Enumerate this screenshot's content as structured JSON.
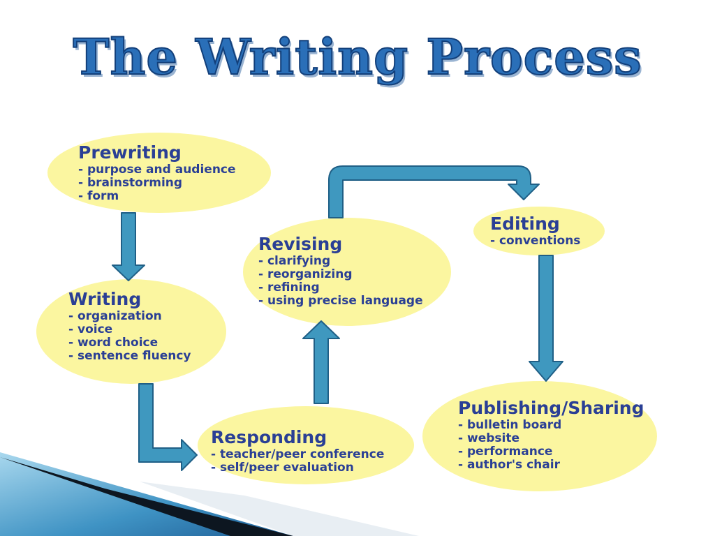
{
  "title": "The Writing Process",
  "colors": {
    "bubble": "#fbf6a0",
    "arrow": "#3f98bf",
    "arrow_border": "#1f5f86",
    "text": "#2a3f95",
    "title": "#2a6fb8"
  },
  "stages": {
    "prewriting": {
      "heading": "Prewriting",
      "items": [
        "purpose and audience",
        "brainstorming",
        "form"
      ]
    },
    "writing": {
      "heading": "Writing",
      "items": [
        "organization",
        "voice",
        "word choice",
        "sentence fluency"
      ]
    },
    "responding": {
      "heading": "Responding",
      "items": [
        "teacher/peer conference",
        "self/peer evaluation"
      ]
    },
    "revising": {
      "heading": "Revising",
      "items": [
        "clarifying",
        "reorganizing",
        "refining",
        "using precise language"
      ]
    },
    "editing": {
      "heading": "Editing",
      "items": [
        "conventions"
      ]
    },
    "publishing": {
      "heading": "Publishing/Sharing",
      "items": [
        "bulletin board",
        "website",
        "performance",
        "author's chair"
      ]
    }
  },
  "flow": [
    {
      "from": "prewriting",
      "to": "writing",
      "icon": "arrow-down-icon"
    },
    {
      "from": "writing",
      "to": "responding",
      "icon": "arrow-bent-right-icon"
    },
    {
      "from": "responding",
      "to": "revising",
      "icon": "arrow-up-icon"
    },
    {
      "from": "revising",
      "to": "editing",
      "icon": "arrow-loop-right-icon"
    },
    {
      "from": "editing",
      "to": "publishing",
      "icon": "arrow-down-icon"
    }
  ]
}
